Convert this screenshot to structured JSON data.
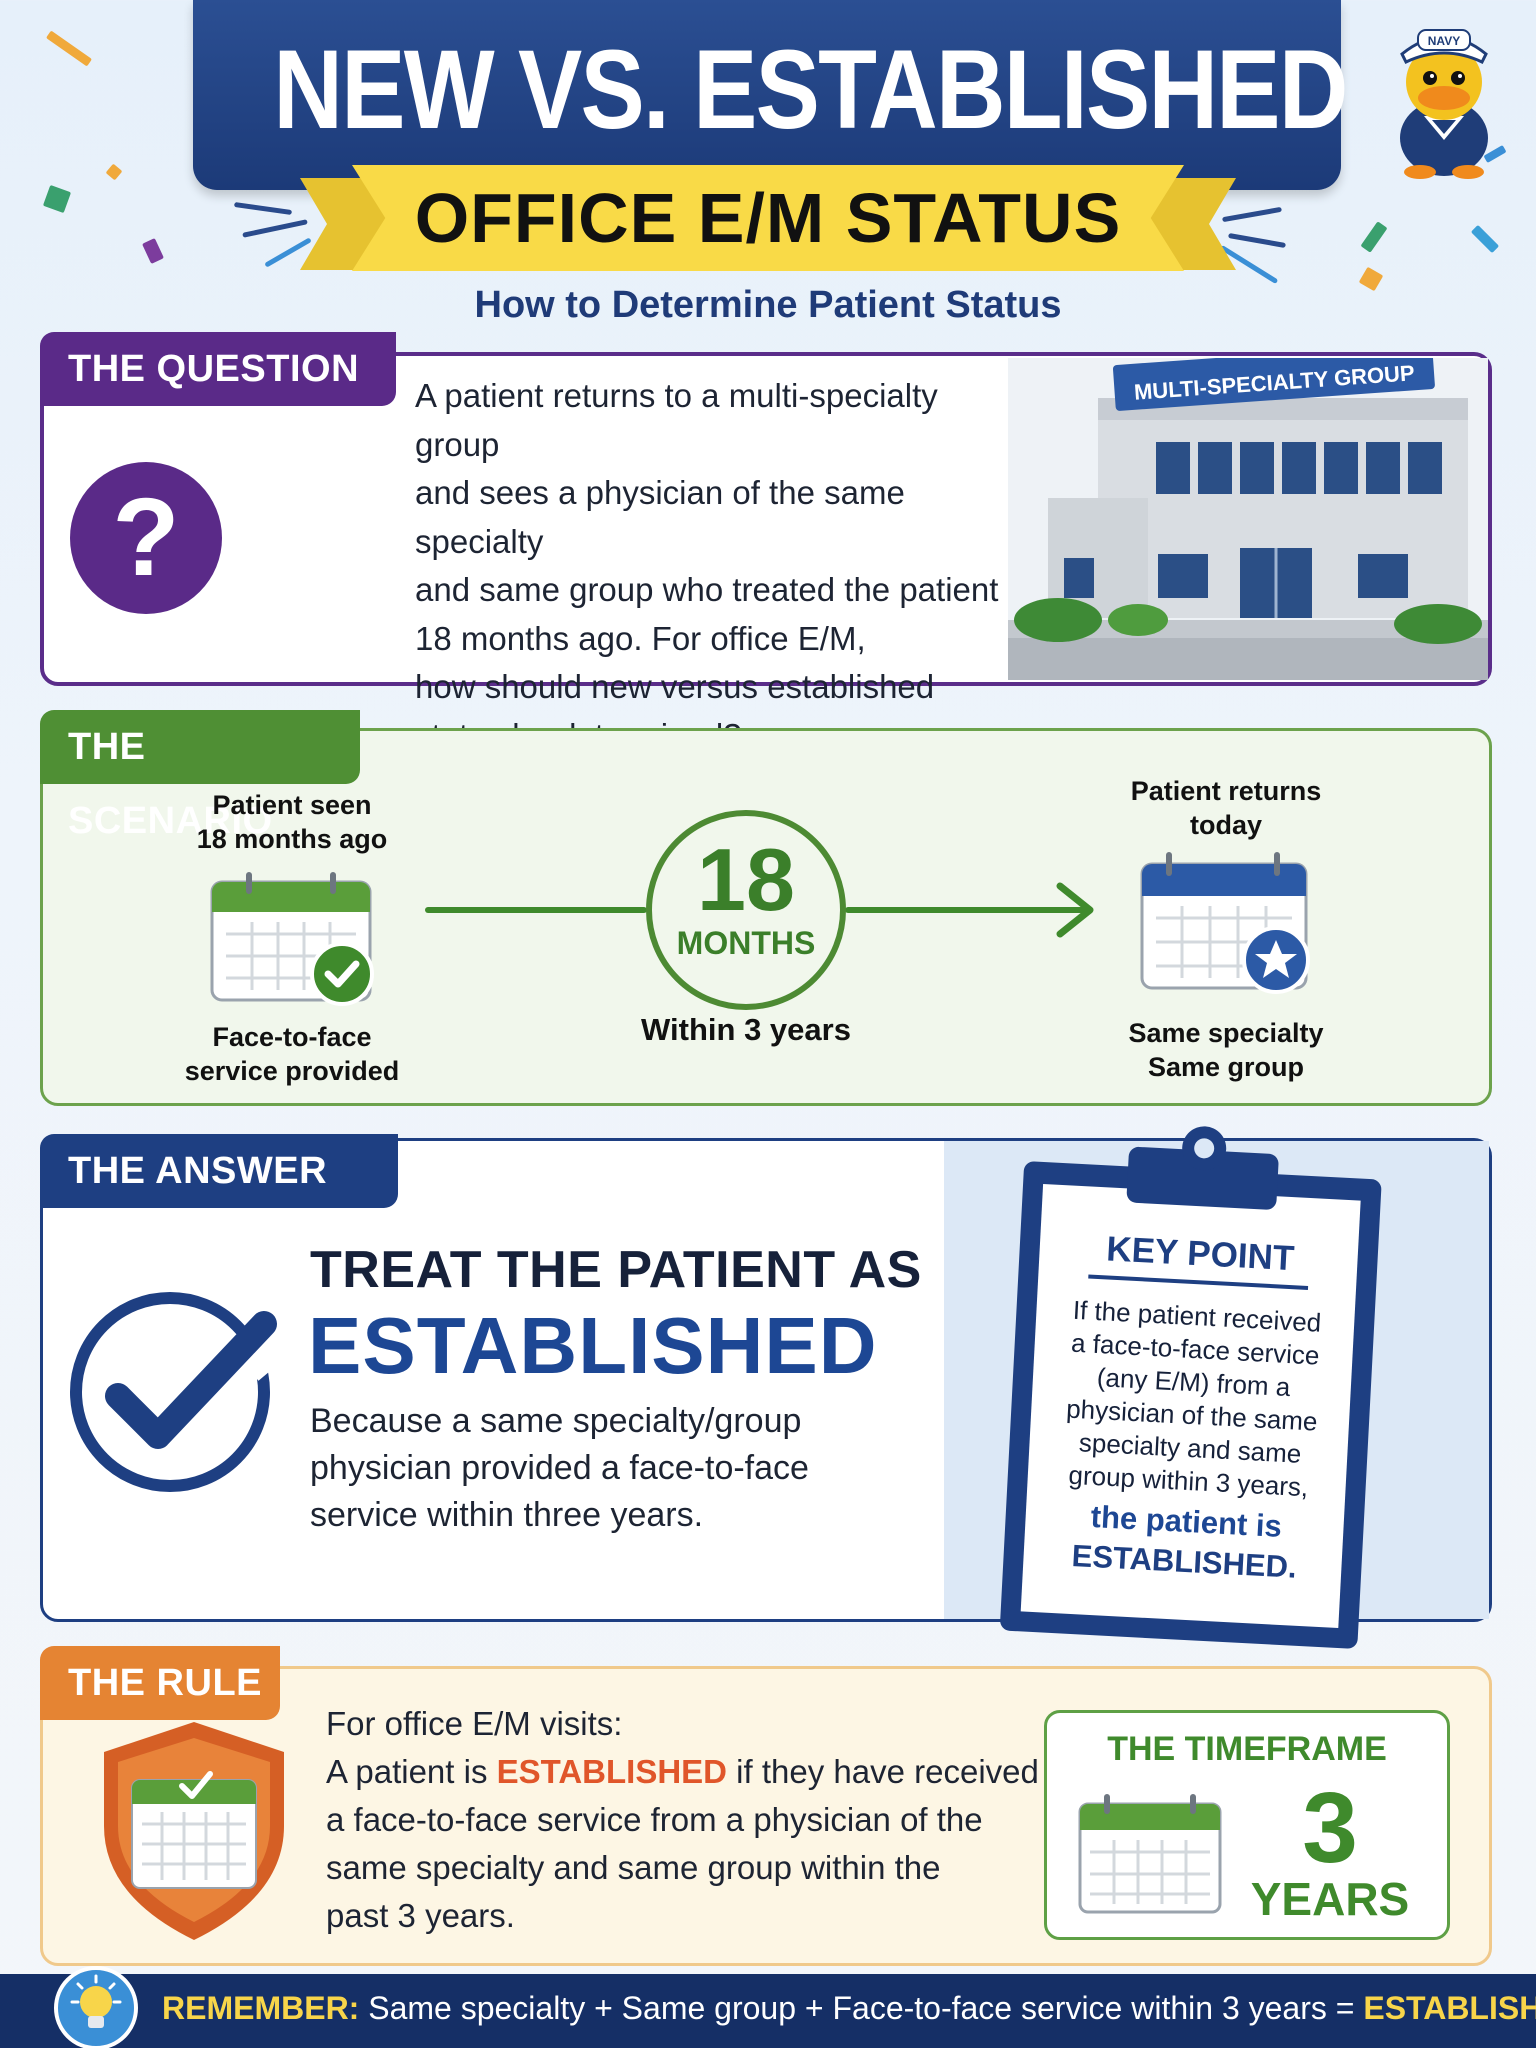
{
  "header": {
    "title": "NEW VS. ESTABLISHED",
    "ribbon": "OFFICE E/M STATUS",
    "subtitle": "How to Determine Patient Status",
    "mascot_cap": "NAVY"
  },
  "question": {
    "tab": "THE QUESTION",
    "icon_glyph": "?",
    "lines": [
      "A patient returns to a multi-specialty group",
      "and sees a physician of the same specialty",
      "and same group who treated the patient",
      "18 months ago. For office E/M,",
      "how should new versus established",
      "status be determined?"
    ],
    "building_sign": "MULTI-SPECIALTY GROUP"
  },
  "scenario": {
    "tab": "THE SCENARIO",
    "left_top": [
      "Patient seen",
      "18 months ago"
    ],
    "left_bottom": [
      "Face-to-face",
      "service provided"
    ],
    "months_number": "18",
    "months_label": "MONTHS",
    "within": "Within 3 years",
    "right_top": [
      "Patient returns",
      "today"
    ],
    "right_bottom": [
      "Same specialty",
      "Same group"
    ]
  },
  "answer": {
    "tab": "THE ANSWER",
    "line1": "TREAT THE PATIENT AS",
    "line2": "ESTABLISHED",
    "body": [
      "Because a same specialty/group",
      "physician provided a face-to-face",
      "service within three years."
    ],
    "key_point": {
      "title": "KEY POINT",
      "lines": [
        "If the patient received",
        "a face-to-face service",
        "(any E/M) from a",
        "physician of the same",
        "specialty and same",
        "group within 3 years,"
      ],
      "emph_lines": [
        "the patient is",
        "ESTABLISHED."
      ]
    }
  },
  "rule": {
    "tab": "THE RULE",
    "line1": "For office E/M visits:",
    "line2_a": "A patient is ",
    "line2_hl": "ESTABLISHED",
    "line2_b": " if they have received",
    "lines_rest": [
      "a face-to-face service from a physician of the",
      "same specialty and same group within the",
      "past 3 years."
    ],
    "timeframe_title": "THE TIMEFRAME",
    "timeframe_number": "3",
    "timeframe_unit": "YEARS"
  },
  "footer": {
    "label": "REMEMBER:",
    "text": " Same specialty + Same group + Face-to-face service within 3 years = ",
    "result": "ESTABLISHED"
  },
  "colors": {
    "navy": "#1e3f82",
    "purple": "#5a2a88",
    "green": "#4f8f34",
    "orange": "#e58433",
    "yellow": "#f9da47",
    "highlight": "#e0562a"
  }
}
